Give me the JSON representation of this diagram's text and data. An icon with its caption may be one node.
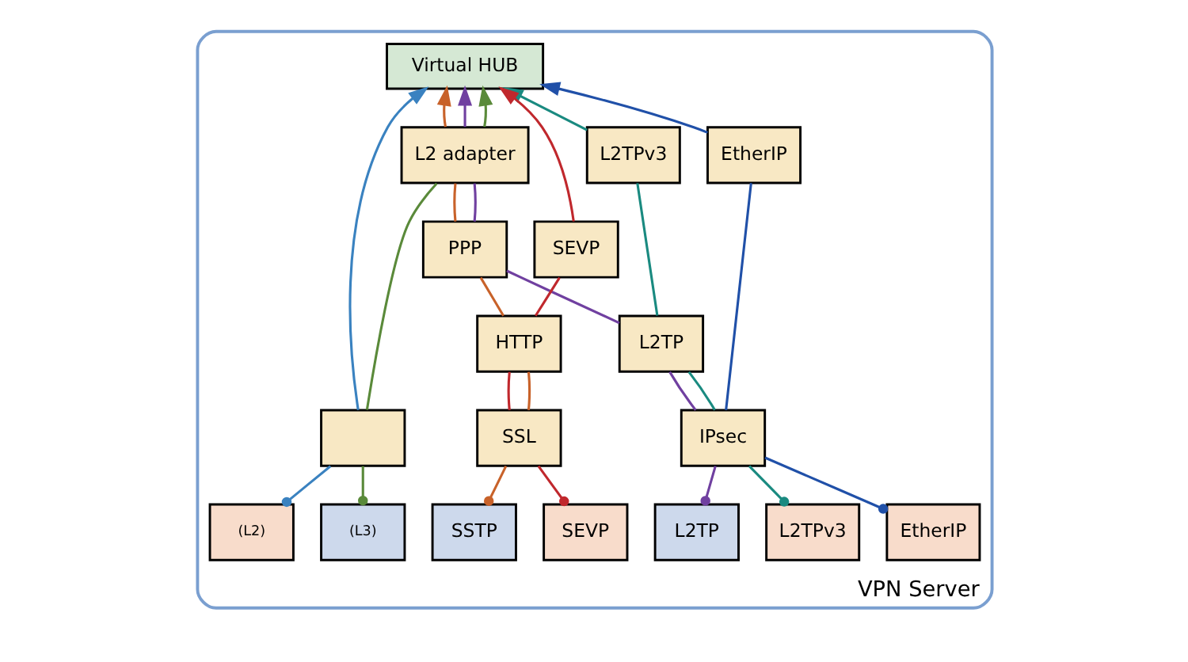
{
  "diagram": {
    "nodes": [
      {
        "text": [
          "VPN Server"
        ]
      },
      {
        "text": [
          "Virtual HUB"
        ],
        "in": 0
      },
      {
        "text": [
          "L2 adapter"
        ],
        "in": 0
      },
      {
        "text": [
          "L2TPv3"
        ],
        "in": 0
      },
      {
        "text": [
          "SEVP"
        ],
        "in": 0
      },
      {
        "text": [
          "PPP"
        ],
        "in": 0
      },
      {
        "text": [
          "L2TP"
        ],
        "in": 0
      },
      {
        "text": [
          "HTTP"
        ],
        "in": 0
      },
      {
        "text": [
          "EtherIP"
        ],
        "in": 0
      },
      {
        "text": [
          "SSL"
        ],
        "in": 0
      },
      {
        "text": [],
        "shape": "box",
        "in": 0
      },
      {
        "text": [
          "IPsec"
        ],
        "in": 0
      },
      {
        "text": [
          "SEVP"
        ],
        "in": 0
      },
      {
        "text": [
          "L2TP"
        ],
        "in": 0
      },
      {
        "text": [
          "SSTP"
        ],
        "in": 0
      },
      {
        "text": [
          "(L3)"
        ],
        "in": 0
      },
      {
        "text": [
          "(L2)"
        ],
        "in": 0
      },
      {
        "text": [
          "L2TPv3"
        ],
        "in": 0
      },
      {
        "text": [
          "EtherIP"
        ],
        "in": 0
      }
    ],
    "edges": [
      {
        "from": 12,
        "to": 9,
        "arrow": "other",
        "color": "#c0282d"
      },
      {
        "from": 9,
        "to": 7,
        "arrow": "none",
        "color": "#c0282d"
      },
      {
        "from": 7,
        "to": 4,
        "arrow": "none",
        "color": "#c0282d"
      },
      {
        "from": 4,
        "to": 1,
        "arrow": "to",
        "color": "#c0282d"
      },
      {
        "from": 14,
        "to": 9,
        "arrow": "other",
        "color": "#c8622a"
      },
      {
        "from": 9,
        "to": 7,
        "arrow": "none",
        "color": "#c8622a"
      },
      {
        "from": 7,
        "to": 5,
        "arrow": "none",
        "color": "#c8622a"
      },
      {
        "from": 5,
        "to": 2,
        "arrow": "none",
        "color": "#c8622a"
      },
      {
        "from": 2,
        "to": 1,
        "arrow": "to",
        "color": "#c8622a"
      },
      {
        "from": 13,
        "to": 11,
        "arrow": "other",
        "color": "#7040a0"
      },
      {
        "from": 11,
        "to": 6,
        "arrow": "none",
        "color": "#7040a0"
      },
      {
        "from": 6,
        "to": 5,
        "arrow": "none",
        "color": "#7040a0"
      },
      {
        "from": 5,
        "to": 2,
        "arrow": "none",
        "color": "#7040a0"
      },
      {
        "from": 2,
        "to": 1,
        "arrow": "to",
        "color": "#7040a0"
      },
      {
        "from": 15,
        "to": 10,
        "arrow": "other",
        "color": "#5a8a3a"
      },
      {
        "from": 10,
        "to": 2,
        "arrow": "none",
        "color": "#5a8a3a"
      },
      {
        "from": 2,
        "to": 1,
        "arrow": "to",
        "color": "#5a8a3a"
      },
      {
        "from": 16,
        "to": 10,
        "arrow": "other",
        "color": "#3a82c0"
      },
      {
        "from": 10,
        "to": 1,
        "arrow": "to",
        "color": "#3a82c0"
      },
      {
        "from": 17,
        "to": 11,
        "arrow": "other",
        "color": "#1a8a80"
      },
      {
        "from": 11,
        "to": 6,
        "arrow": "none",
        "color": "#1a8a80"
      },
      {
        "from": 6,
        "to": 3,
        "arrow": "none",
        "color": "#1a8a80"
      },
      {
        "from": 3,
        "to": 1,
        "arrow": "to",
        "color": "#1a8a80"
      },
      {
        "from": 18,
        "to": 11,
        "arrow": "other",
        "color": "#2050a8"
      },
      {
        "from": 11,
        "to": 8,
        "arrow": "none",
        "color": "#2050a8"
      },
      {
        "from": 8,
        "to": 1,
        "arrow": "to",
        "color": "#2050a8"
      }
    ]
  }
}
